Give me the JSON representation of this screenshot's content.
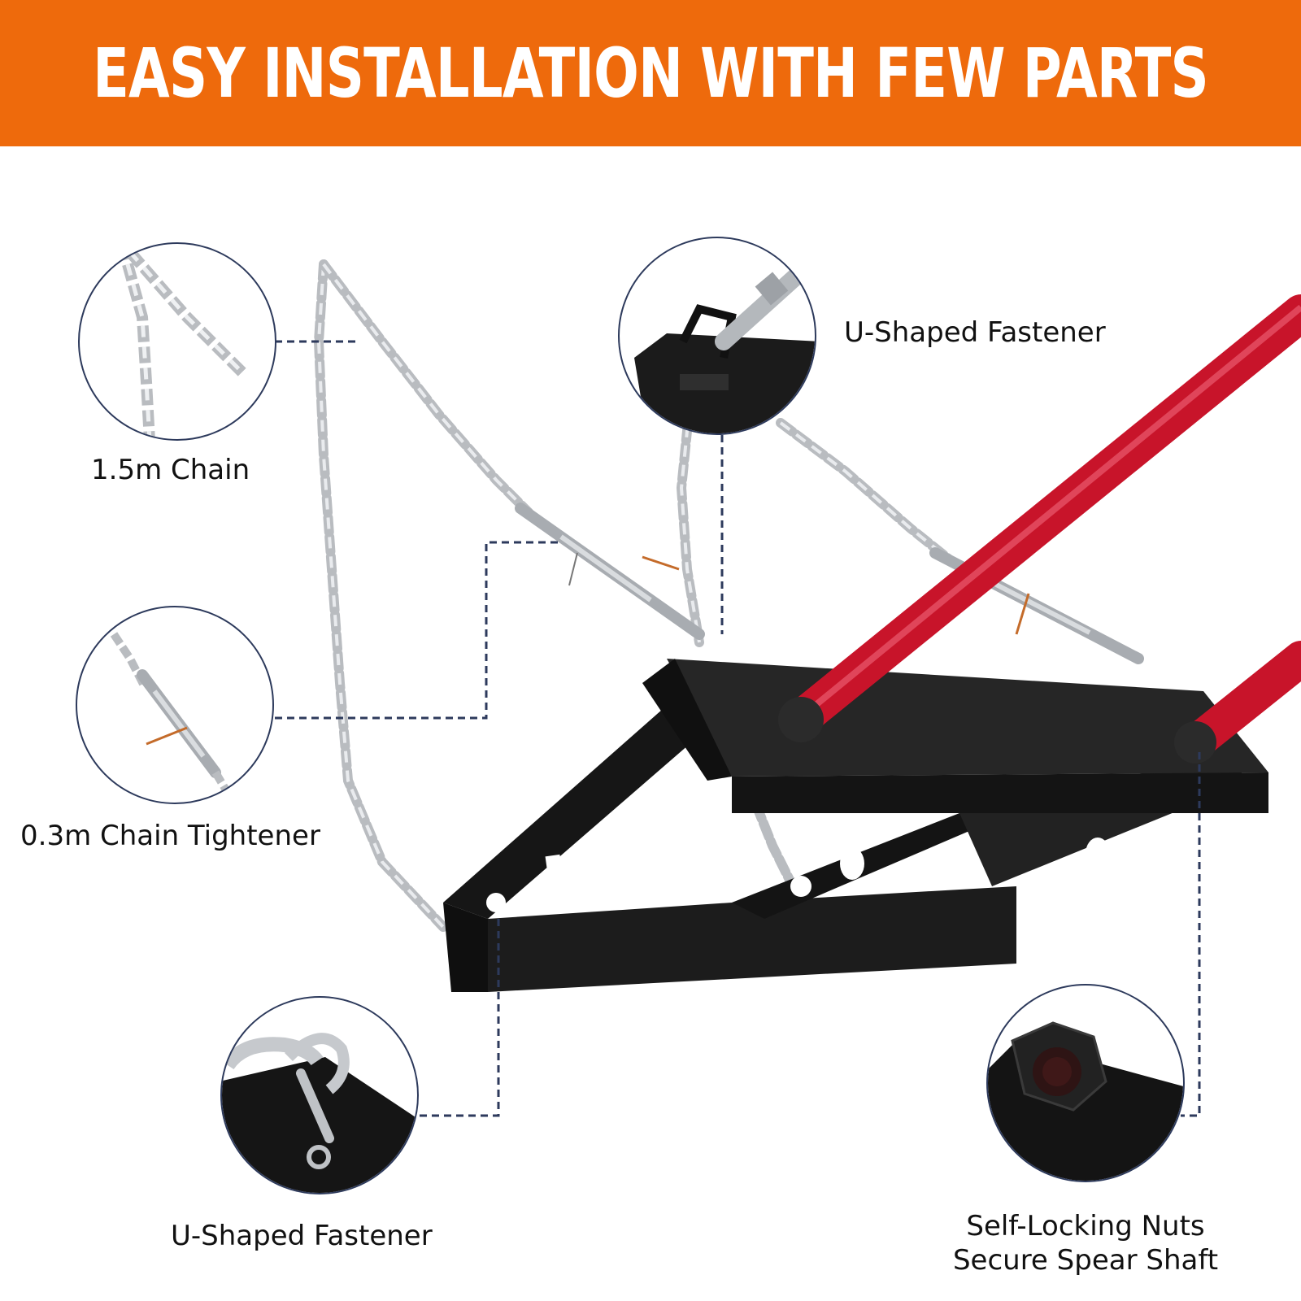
{
  "banner": {
    "title": "EASY INSTALLATION WITH FEW PARTS",
    "background": "#ee6a0c",
    "text_color": "#ffffff"
  },
  "callouts": {
    "chain": "1.5m Chain",
    "tightener": "0.3m Chain Tightener",
    "fastener_top": "U-Shaped Fastener",
    "fastener_bottom": "U-Shaped Fastener",
    "nuts_line1": "Self-Locking Nuts",
    "nuts_line2": "Secure Spear Shaft"
  },
  "colors": {
    "frame": "#1e1e1e",
    "spear": "#c8142a",
    "chain": "#b9bcc0",
    "leader": "#2d3a5c",
    "circle_border": "#2d3a5c"
  }
}
